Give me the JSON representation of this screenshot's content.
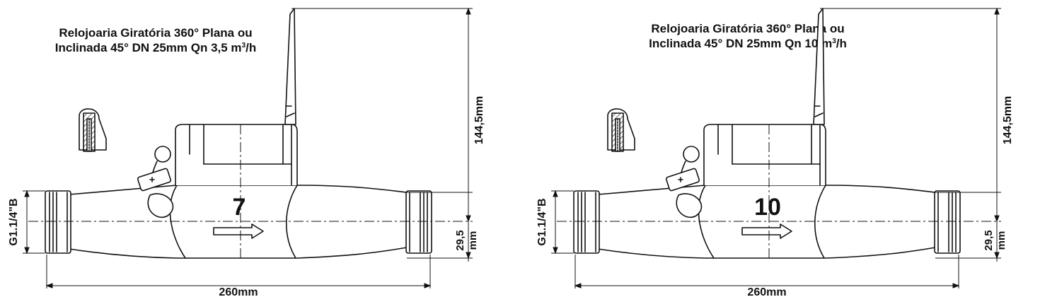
{
  "meters": [
    {
      "title_line1": "Relojoaria Giratória 360° Plana ou",
      "title_line2_prefix": "Inclinada 45° DN 25mm Qn 3,5 m",
      "title_line2_sup": "3",
      "title_line2_suffix": "/h",
      "model_number": "7",
      "thread_label": "G1.1/4\"B",
      "height_label": "144,5mm",
      "offset_label_top": "29,5",
      "offset_label_bottom": "mm",
      "length_label": "260mm"
    },
    {
      "title_line1": "Relojoaria Giratória 360° Plana ou",
      "title_line2_prefix": "Inclinada 45° DN 25mm Qn 10 m",
      "title_line2_sup": "3",
      "title_line2_suffix": "/h",
      "model_number": "10",
      "thread_label": "G1.1/4\"B",
      "height_label": "144,5mm",
      "offset_label_top": "29,5",
      "offset_label_bottom": "mm",
      "length_label": "260mm"
    }
  ]
}
